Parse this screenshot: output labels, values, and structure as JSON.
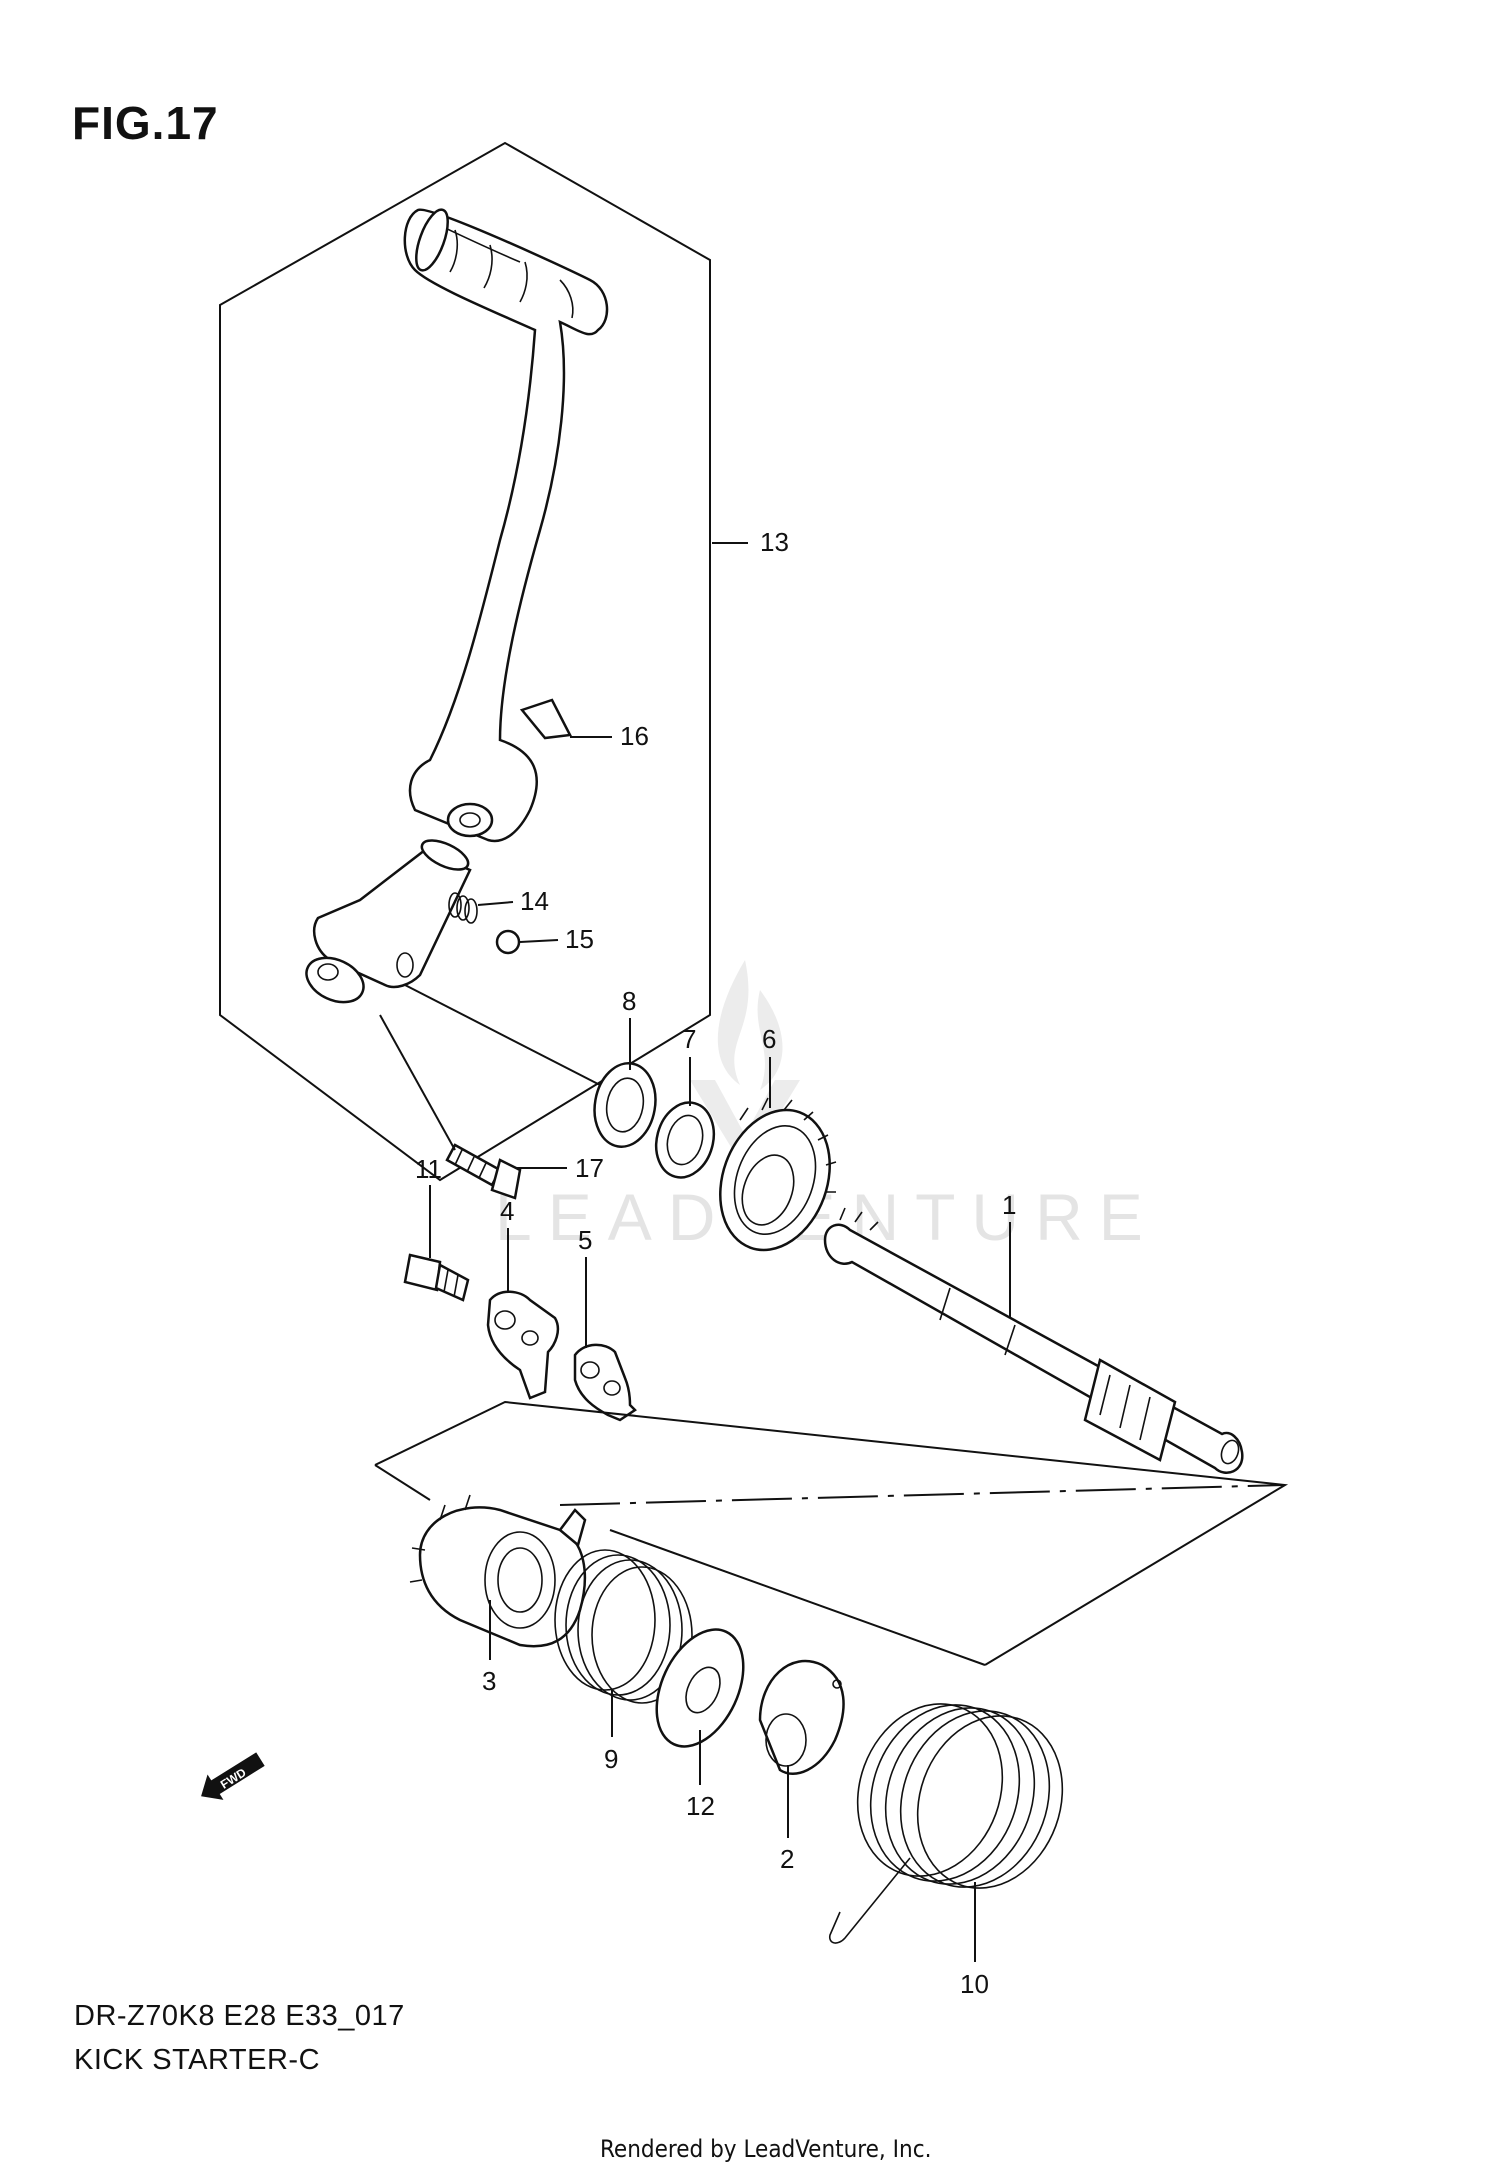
{
  "figure": {
    "title": "FIG.17"
  },
  "footer": {
    "model_code": "DR-Z70K8 E28 E33_017",
    "diagram_name": "KICK STARTER-C",
    "credit": "Rendered by LeadVenture, Inc."
  },
  "watermark": "LEADVENTURE",
  "direction_badge": "FWD",
  "callouts": [
    "13",
    "16",
    "14",
    "15",
    "8",
    "7",
    "6",
    "17",
    "11",
    "4",
    "5",
    "1",
    "3",
    "9",
    "12",
    "2",
    "10"
  ]
}
